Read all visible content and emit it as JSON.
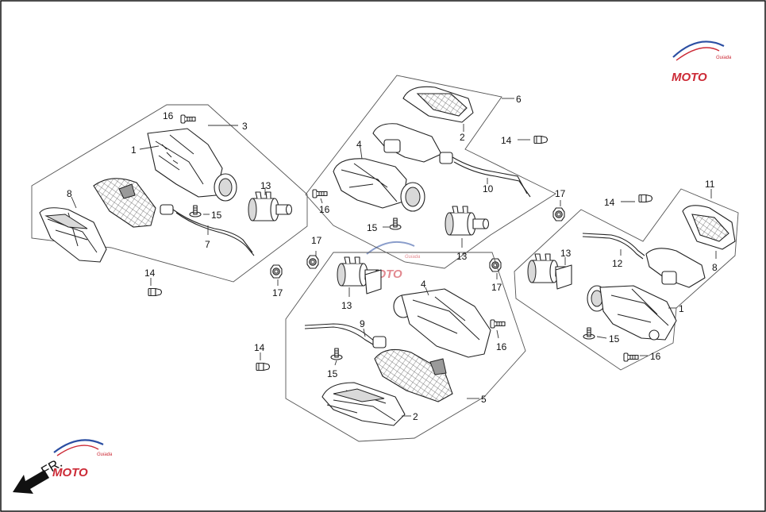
{
  "brand": {
    "primary": "#cc2a36",
    "secondary": "#2b4ea2",
    "wordmark": "MOTO",
    "tagline": "Guiada"
  },
  "direction": {
    "label": "FR.",
    "icon": "arrow-down-left-icon"
  },
  "groups": [
    {
      "id": "group-3",
      "label": "3"
    },
    {
      "id": "group-6",
      "label": "6"
    },
    {
      "id": "group-5",
      "label": "5"
    },
    {
      "id": "group-11",
      "label": "11"
    }
  ],
  "callouts": [
    {
      "id": "g3-16",
      "label": "16"
    },
    {
      "id": "g3-1",
      "label": "1"
    },
    {
      "id": "g3-8",
      "label": "8"
    },
    {
      "id": "g3-15",
      "label": "15"
    },
    {
      "id": "g3-13",
      "label": "13"
    },
    {
      "id": "g3-7",
      "label": "7"
    },
    {
      "id": "g6-2",
      "label": "2"
    },
    {
      "id": "g6-4",
      "label": "4"
    },
    {
      "id": "g6-16",
      "label": "16"
    },
    {
      "id": "g6-10",
      "label": "10"
    },
    {
      "id": "g6-15",
      "label": "15"
    },
    {
      "id": "g6-13",
      "label": "13"
    },
    {
      "id": "g5-13",
      "label": "13"
    },
    {
      "id": "g5-4",
      "label": "4"
    },
    {
      "id": "g5-9",
      "label": "9"
    },
    {
      "id": "g5-16",
      "label": "16"
    },
    {
      "id": "g5-15",
      "label": "15"
    },
    {
      "id": "g5-2",
      "label": "2"
    },
    {
      "id": "g11-12",
      "label": "12"
    },
    {
      "id": "g11-8",
      "label": "8"
    },
    {
      "id": "g11-13",
      "label": "13"
    },
    {
      "id": "g11-1",
      "label": "1"
    },
    {
      "id": "g11-15",
      "label": "15"
    },
    {
      "id": "g11-16",
      "label": "16"
    },
    {
      "id": "loose-14a",
      "label": "14"
    },
    {
      "id": "loose-14b",
      "label": "14"
    },
    {
      "id": "loose-14c",
      "label": "14"
    },
    {
      "id": "loose-14d",
      "label": "14"
    },
    {
      "id": "loose-17a",
      "label": "17"
    },
    {
      "id": "loose-17b",
      "label": "17"
    },
    {
      "id": "loose-17c",
      "label": "17"
    },
    {
      "id": "loose-17d",
      "label": "17"
    }
  ]
}
